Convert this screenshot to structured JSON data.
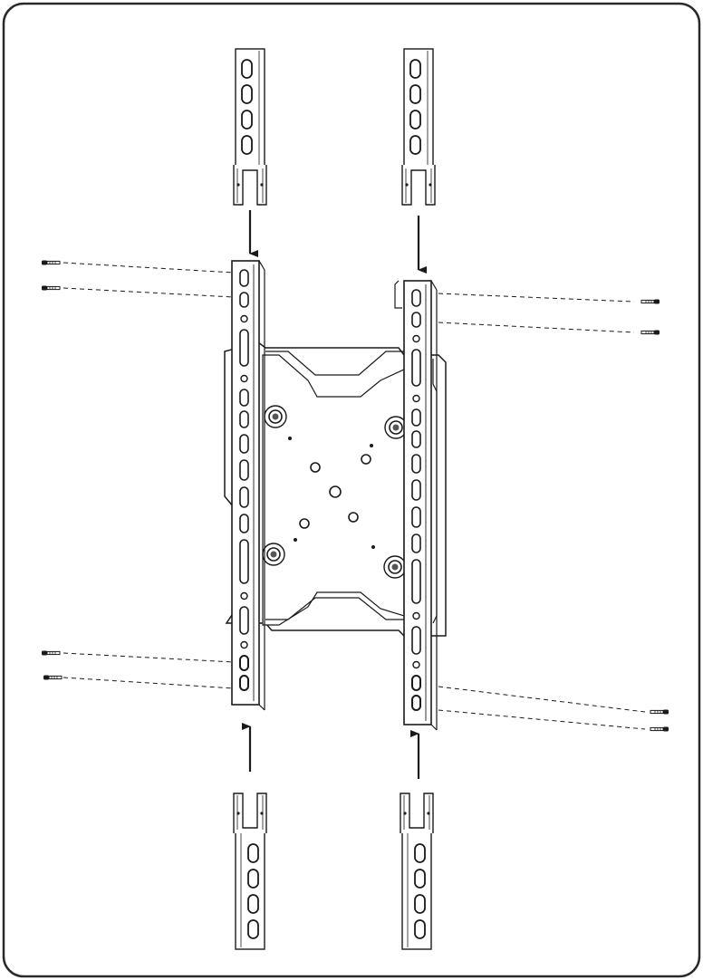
{
  "diagram": {
    "kind": "assembly-instruction",
    "colors": {
      "line": "#1a1a1a",
      "fill": "#ffffff",
      "frame": "#2a2a2a"
    },
    "extension_pieces": [
      {
        "id": "top-left",
        "direction": "down"
      },
      {
        "id": "top-right",
        "direction": "down"
      },
      {
        "id": "bottom-left",
        "direction": "up"
      },
      {
        "id": "bottom-right",
        "direction": "up"
      }
    ],
    "screws": [
      {
        "id": "left-top-1",
        "side": "left"
      },
      {
        "id": "left-top-2",
        "side": "left"
      },
      {
        "id": "left-bottom-1",
        "side": "left"
      },
      {
        "id": "left-bottom-2",
        "side": "left"
      },
      {
        "id": "right-top-1",
        "side": "right"
      },
      {
        "id": "right-top-2",
        "side": "right"
      },
      {
        "id": "right-bottom-1",
        "side": "right"
      },
      {
        "id": "right-bottom-2",
        "side": "right"
      }
    ]
  }
}
